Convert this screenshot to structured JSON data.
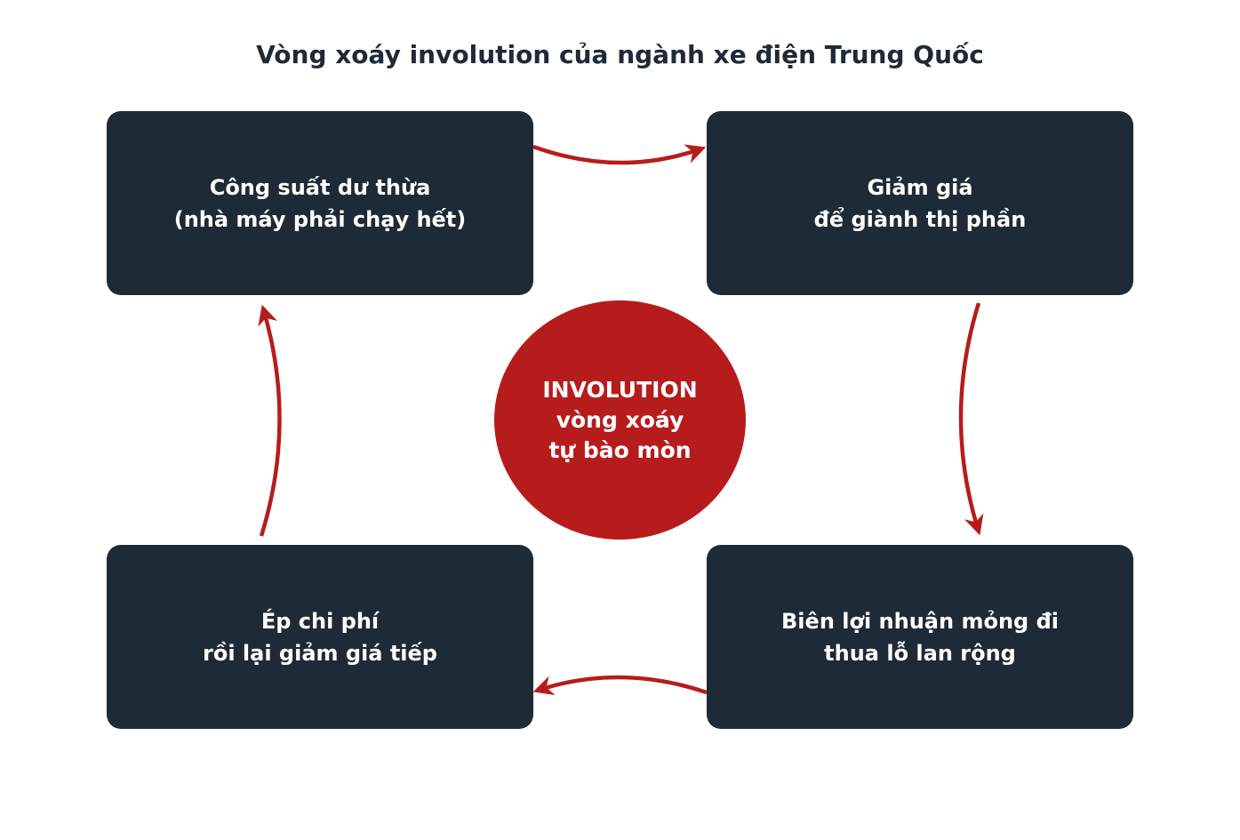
{
  "title": "Vòng xoáy involution của ngành xe điện Trung Quốc",
  "center": {
    "line1": "INVOLUTION",
    "line2": "vòng xoáy",
    "line3": "tự bào mòn"
  },
  "steps": [
    {
      "line1": "Công suất dư thừa",
      "line2": "(nhà máy phải chạy hết)"
    },
    {
      "line1": "Giảm giá",
      "line2": "để giành thị phần"
    },
    {
      "line1": "Biên lợi nhuận mỏng đi",
      "line2": "thua lỗ lan rộng"
    },
    {
      "line1": "Ép chi phí",
      "line2": "rồi lại giảm giá tiếp"
    }
  ],
  "colors": {
    "box": "#1f2a37",
    "accent": "#b71c1c",
    "arrow": "#b71c1c",
    "text_on_dark": "#ffffff",
    "title": "#1f2a37"
  }
}
